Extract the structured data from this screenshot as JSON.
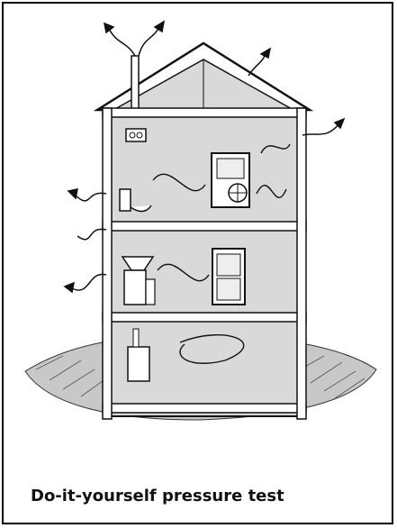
{
  "caption": "Do-it-yourself pressure test",
  "colors": {
    "border": "#000000",
    "interior": "#d9d9d9",
    "ground": "#bdbdbd",
    "line": "#111111"
  },
  "illustration": {
    "subject": "house-cutaway-icon",
    "features": [
      "roof",
      "attic",
      "chimney-flue",
      "upper-floor-window",
      "fan",
      "middle-floor-window",
      "water-heater",
      "basement-furnace",
      "airflow-arrows",
      "ground"
    ]
  }
}
